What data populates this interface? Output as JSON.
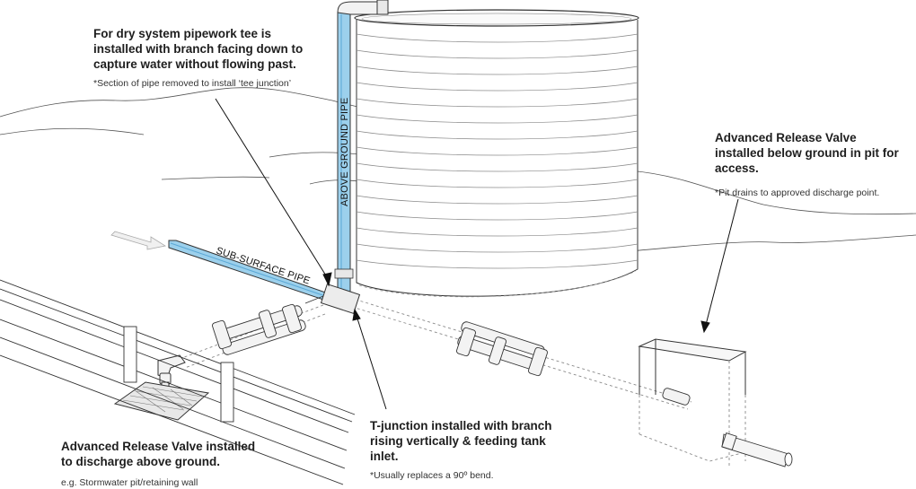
{
  "callouts": {
    "dry_tee": {
      "heading": "For dry system pipework tee is installed with branch facing down to capture water without flowing past.",
      "note": "*Section of pipe removed to install ‘tee junction’"
    },
    "release_pit": {
      "heading": "Advanced Release Valve installed below ground in pit for access.",
      "note": "*Pit drains to approved discharge point."
    },
    "t_junction": {
      "heading": "T-junction installed with branch rising vertically & feeding tank inlet.",
      "note": "*Usually replaces a 90º bend."
    },
    "release_ground": {
      "heading": "Advanced Release Valve installed to discharge above ground.",
      "note": "e.g. Stormwater pit/retaining wall"
    }
  },
  "labels": {
    "above_ground_pipe": "ABOVE GROUND PIPE",
    "sub_surface_pipe": "SUB-SURFACE PIPE"
  },
  "colors": {
    "pipe_highlight": "#9cd0ec",
    "line": "#333333",
    "dashed": "#8a8a8a"
  },
  "icons": [
    "flow-direction-arrow-icon"
  ]
}
